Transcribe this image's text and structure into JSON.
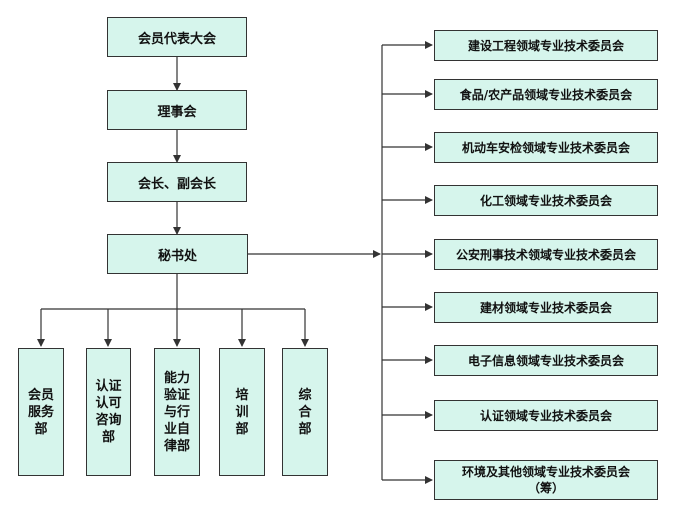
{
  "org_chart": {
    "main_chain": [
      {
        "id": "congress",
        "label": "会员代表大会"
      },
      {
        "id": "council",
        "label": "理事会"
      },
      {
        "id": "president",
        "label": "会长、副会长"
      },
      {
        "id": "secretariat",
        "label": "秘书处"
      }
    ],
    "departments": [
      {
        "id": "dept-member-service",
        "label": "会员服务部"
      },
      {
        "id": "dept-certification",
        "label": "认证认可咨询部"
      },
      {
        "id": "dept-capability",
        "label": "能力验证与行业自律部"
      },
      {
        "id": "dept-training",
        "label": "培训部"
      },
      {
        "id": "dept-general",
        "label": "综合部"
      }
    ],
    "committees": [
      {
        "id": "committee-construction",
        "label": "建设工程领域专业技术委员会"
      },
      {
        "id": "committee-food",
        "label": "食品/农产品领域专业技术委员会"
      },
      {
        "id": "committee-vehicle",
        "label": "机动车安检领域专业技术委员会"
      },
      {
        "id": "committee-chemical",
        "label": "化工领域专业技术委员会"
      },
      {
        "id": "committee-forensic",
        "label": "公安刑事技术领域专业技术委员会"
      },
      {
        "id": "committee-building-materials",
        "label": "建材领域专业技术委员会"
      },
      {
        "id": "committee-electronic",
        "label": "电子信息领域专业技术委员会"
      },
      {
        "id": "committee-certification",
        "label": "认证领域专业技术委员会"
      },
      {
        "id": "committee-environment",
        "label": "环境及其他领域专业技术委员会（筹）"
      }
    ]
  },
  "colors": {
    "box_fill": "#d6f5ec",
    "box_border": "#333333",
    "line": "#333333"
  }
}
